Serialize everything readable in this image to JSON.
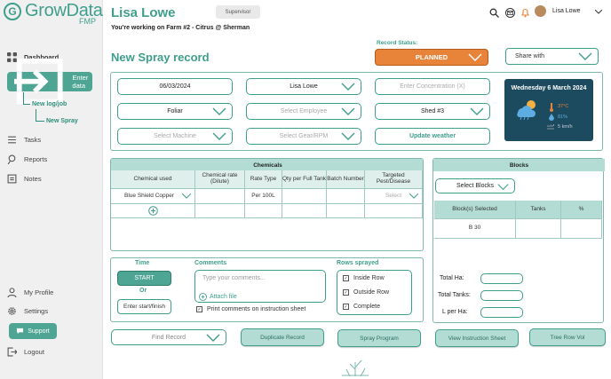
{
  "sidebar": {
    "logo_text": "GrowData",
    "logo_suffix": "FMP",
    "items": [
      {
        "label": "Dashboard",
        "icon": "dashboard-icon"
      },
      {
        "label": "Enter data",
        "icon": "enter-data-icon"
      },
      {
        "label": "Tasks",
        "icon": "tasks-icon"
      },
      {
        "label": "Reports",
        "icon": "reports-icon"
      },
      {
        "label": "Notes",
        "icon": "notes-icon"
      },
      {
        "label": "My Profile",
        "icon": "profile-icon"
      },
      {
        "label": "Settings",
        "icon": "gear-icon"
      },
      {
        "label": "Support",
        "icon": "chat-icon"
      },
      {
        "label": "Logout",
        "icon": "logout-icon"
      }
    ],
    "sub_items": [
      "New log/job",
      "New Spray"
    ]
  },
  "header": {
    "user_title": "Lisa Lowe",
    "role": "Supervisor",
    "farm_text": "You're working on Farm #2 - Citrus @ Sherman",
    "user_name": "Lisa Lowe"
  },
  "page": {
    "title": "New Spray record",
    "record_status_label": "Record Status:",
    "record_status": "PLANNED",
    "share_with": "Share with"
  },
  "form": {
    "date": "06/03/2024",
    "operator": "Lisa Lowe",
    "concentration_placeholder": "Enter Concentration (X)",
    "spray_type": "Foliar",
    "employee_placeholder": "Select Employee",
    "shed": "Shed #3",
    "machine_placeholder": "Select Machine",
    "gear_placeholder": "Select Gear/RPM",
    "update_weather": "Update weather"
  },
  "weather": {
    "date": "Wednesday 6 March 2024",
    "temp": "37°C",
    "humidity": "81%",
    "wind": "5 km/h",
    "colors": {
      "bg": "#1c4a5e"
    }
  },
  "chemicals": {
    "title": "Chemicals",
    "columns": [
      "Chemical used",
      "Chemical rate (Dilute)",
      "Rate Type",
      "Qty per Full Tank",
      "Batch Number",
      "Targeted Pest/Disease"
    ],
    "rows": [
      {
        "chemical": "Blue Shield Copper",
        "rate": "",
        "rate_type": "Per 100L",
        "qty": "",
        "batch": "",
        "target": "Select"
      }
    ]
  },
  "blocks": {
    "title": "Blocks",
    "select_label": "Select Blocks",
    "columns": [
      "Block(s) Selected",
      "Tanks",
      "%"
    ],
    "rows": [
      {
        "block": "B 30",
        "tanks": "",
        "pct": ""
      }
    ],
    "totals": [
      "Total Ha:",
      "Total Tanks:",
      "L per Ha:"
    ]
  },
  "time": {
    "title": "Time",
    "start": "START",
    "or": "Or",
    "enter_start_finish": "Enter start/finish"
  },
  "comments": {
    "title": "Comments",
    "placeholder": "Type your comments...",
    "attach": "Attach file",
    "print_label": "Print comments on instruction sheet"
  },
  "rows_sprayed": {
    "title": "Rows sprayed",
    "options": [
      "Inside Row",
      "Outside Row",
      "Complete"
    ]
  },
  "actions": {
    "find_record": "Find Record",
    "duplicate": "Duplicate Record",
    "spray_program": "Spray Program",
    "view_instruction": "View Instruction Sheet",
    "tree_row_vol": "Tree Row Vol"
  },
  "colors": {
    "brand": "#3f9e8c",
    "status": "#e8833a",
    "table_header": "#b2dcd4"
  }
}
